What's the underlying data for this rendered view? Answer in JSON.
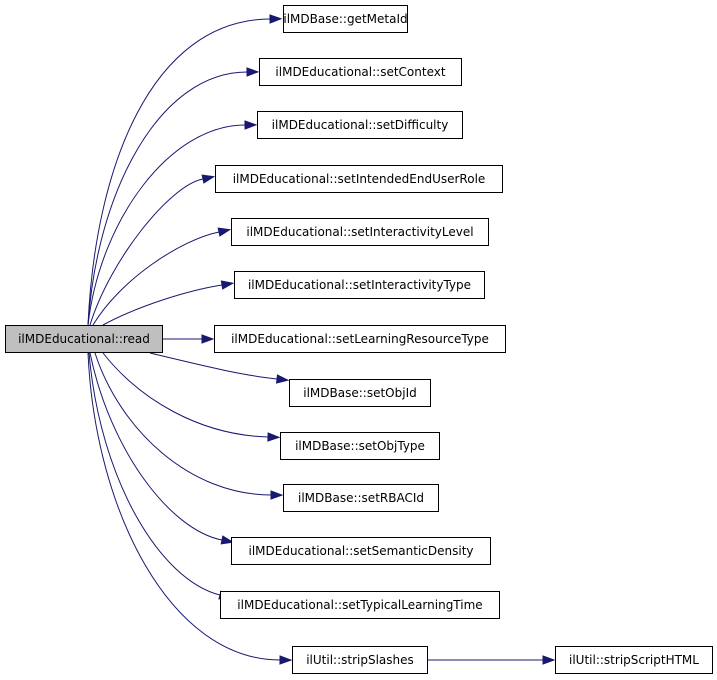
{
  "graph": {
    "colors": {
      "edge": "#191970",
      "root_fill": "#bfbfbf",
      "node_fill": "#ffffff"
    },
    "root": {
      "id": "read",
      "label": "ilMDEducational::read"
    },
    "nodes": [
      {
        "id": "getMetaId",
        "label": "ilMDBase::getMetaId"
      },
      {
        "id": "setContext",
        "label": "ilMDEducational::setContext"
      },
      {
        "id": "setDifficulty",
        "label": "ilMDEducational::setDifficulty"
      },
      {
        "id": "setIntendedEndUserRole",
        "label": "ilMDEducational::setIntendedEndUserRole"
      },
      {
        "id": "setInteractivityLevel",
        "label": "ilMDEducational::setInteractivityLevel"
      },
      {
        "id": "setInteractivityType",
        "label": "ilMDEducational::setInteractivityType"
      },
      {
        "id": "setLearningResourceType",
        "label": "ilMDEducational::setLearningResourceType"
      },
      {
        "id": "setObjId",
        "label": "ilMDBase::setObjId"
      },
      {
        "id": "setObjType",
        "label": "ilMDBase::setObjType"
      },
      {
        "id": "setRBACId",
        "label": "ilMDBase::setRBACId"
      },
      {
        "id": "setSemanticDensity",
        "label": "ilMDEducational::setSemanticDensity"
      },
      {
        "id": "setTypicalLearningTime",
        "label": "ilMDEducational::setTypicalLearningTime"
      },
      {
        "id": "stripSlashes",
        "label": "ilUtil::stripSlashes"
      },
      {
        "id": "stripScriptHTML",
        "label": "ilUtil::stripScriptHTML"
      }
    ],
    "edges": [
      {
        "from": "read",
        "to": "getMetaId"
      },
      {
        "from": "read",
        "to": "setContext"
      },
      {
        "from": "read",
        "to": "setDifficulty"
      },
      {
        "from": "read",
        "to": "setIntendedEndUserRole"
      },
      {
        "from": "read",
        "to": "setInteractivityLevel"
      },
      {
        "from": "read",
        "to": "setInteractivityType"
      },
      {
        "from": "read",
        "to": "setLearningResourceType"
      },
      {
        "from": "read",
        "to": "setObjId"
      },
      {
        "from": "read",
        "to": "setObjType"
      },
      {
        "from": "read",
        "to": "setRBACId"
      },
      {
        "from": "read",
        "to": "setSemanticDensity"
      },
      {
        "from": "read",
        "to": "setTypicalLearningTime"
      },
      {
        "from": "read",
        "to": "stripSlashes"
      },
      {
        "from": "stripSlashes",
        "to": "stripScriptHTML"
      }
    ]
  }
}
